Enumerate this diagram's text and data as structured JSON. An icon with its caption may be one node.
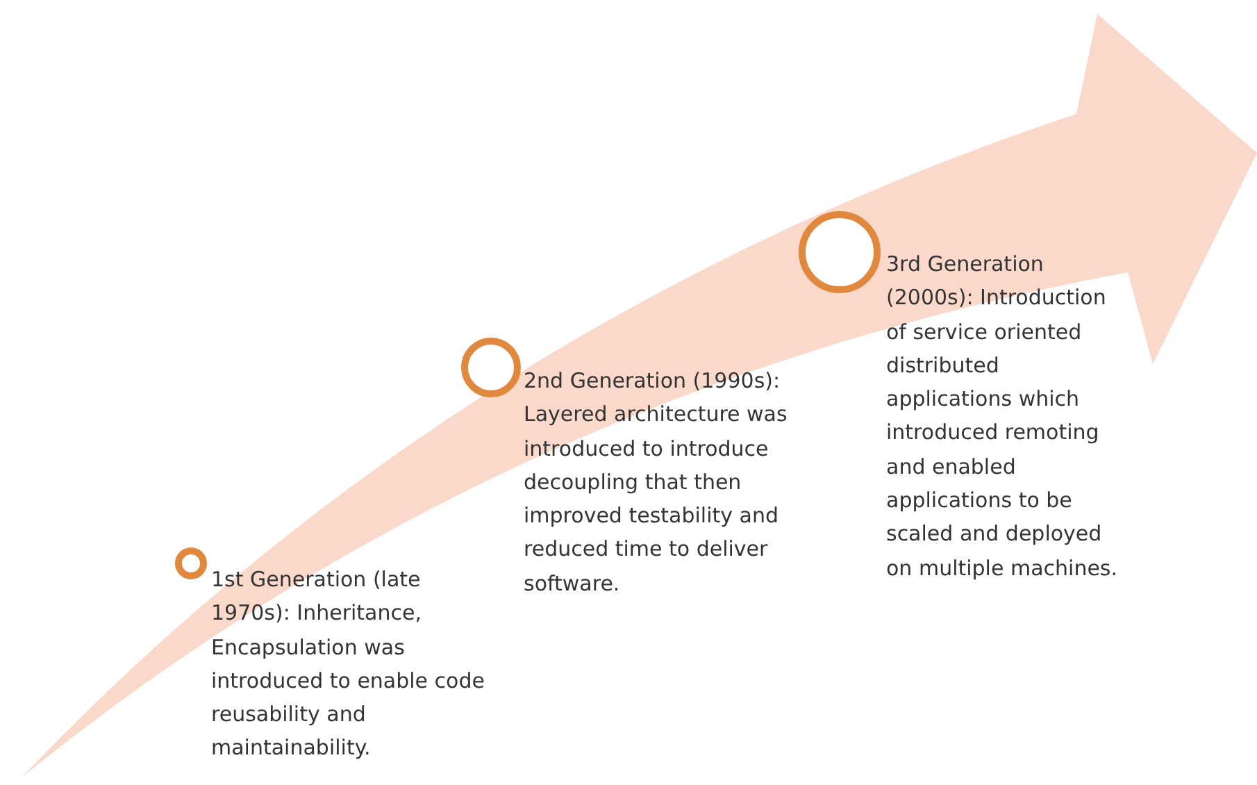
{
  "diagram": {
    "nodes": [
      {
        "text": [],
        "shape": "circle",
        "beside": [
          "1st Generation (late 1970s): Inheritance, Encapsulation was introduced to enable code reusability and maintainability."
        ]
      },
      {
        "text": [],
        "shape": "circle",
        "beside": [
          "2nd Generation (1990s):  Layered architecture was introduced to introduce decoupling that then improved testability and reduced time to deliver software."
        ]
      },
      {
        "text": [],
        "shape": "circle",
        "beside": [
          "3rd Generation (2000s): Introduction of service oriented distributed applications which introduced remoting and enabled applications to be scaled and deployed on multiple machines."
        ]
      }
    ],
    "edges": []
  }
}
